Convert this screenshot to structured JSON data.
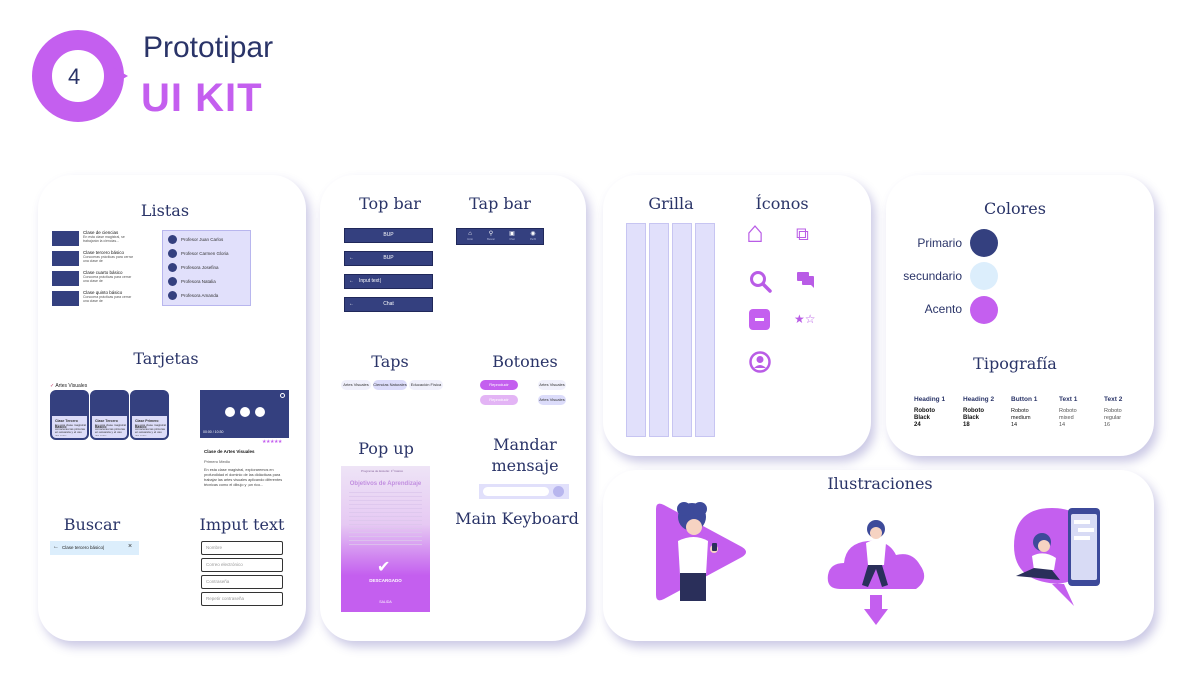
{
  "header": {
    "step_number": "4",
    "title": "Prototipar",
    "subtitle": "UI KIT"
  },
  "listas": {
    "title": "Listas",
    "items": [
      {
        "title": "Clase de ciencias",
        "desc": "En esta clase magistral, se trabajarán la ciencias..."
      },
      {
        "title": "Clase tercero básico",
        "desc": "Conoceras prácticas para cerrar una clase de"
      },
      {
        "title": "Clase cuarto básico",
        "desc": "Conocera prácticas para cerrar una clase de"
      },
      {
        "title": "Clase quinto básico",
        "desc": "Conocera prácticas para cerrar una clase de"
      }
    ],
    "people": [
      "Profesor Juan Carlos",
      "Profesor Carmen Gloria",
      "Profesora Josefina",
      "Profesora Natalia",
      "Profesora Amanda"
    ]
  },
  "tarjetas": {
    "title": "Tarjetas",
    "section_label": "Artes Visuales",
    "cards": [
      {
        "title": "Clase Tercero Básico",
        "desc": "En esta clase magistral conoceras las pinturas en acuarela y el uso del color..."
      },
      {
        "title": "Clase Tercero Básico",
        "desc": "En esta clase magistral conoceras las pinturas en acuarela y el uso del color..."
      },
      {
        "title": "Clase Primero Básico",
        "desc": "En esta clase magistral conoceras las pinturas en acuarela y el uso del color..."
      }
    ],
    "video": {
      "time": "00:00 / 10:30",
      "title": "Clase de Artes Visuales",
      "subtitle": "Primero Medio",
      "rating": "★★★★★",
      "desc": "En esta clase magistral, exploraremos en profundidad el dominio de las didácticas para trabajar las artes visuales aplicando diferentes técnicas como el dibujo y ¡un rico..."
    }
  },
  "buscar": {
    "title": "Buscar",
    "value": "Clase tercero básico|"
  },
  "input_text": {
    "title": "Imput text",
    "fields": [
      "Nombre",
      "Correo electrónico",
      "Contraseña",
      "Repetir contraseña"
    ]
  },
  "top_bar": {
    "title": "Top bar",
    "bars": [
      "BUP",
      "BUP",
      "Input text|",
      "Chat"
    ]
  },
  "tap_bar": {
    "title": "Tap bar",
    "items": [
      "Inicio",
      "Buscar",
      "Chat",
      "Perfil"
    ]
  },
  "taps": {
    "title": "Taps",
    "chips": [
      "Artes Visuales",
      "Ciencias Naturales",
      "Educación Física"
    ]
  },
  "botones": {
    "title": "Botones",
    "primary": [
      "Reproducir",
      "Reproducir"
    ],
    "secondary": [
      "Artes Visuales",
      "Artes Visuales"
    ]
  },
  "popup": {
    "title": "Pop up",
    "header": "Programa de Estudio: 1º básico",
    "heading": "Objetivos de Aprendizaje",
    "button": "DESCARGADO",
    "footer": "SALIDA"
  },
  "mandar_mensaje": {
    "title_line1": "Mandar",
    "title_line2": "mensaje"
  },
  "main_keyboard": {
    "title": "Main Keyboard"
  },
  "grilla": {
    "title": "Grilla",
    "columns": 4
  },
  "iconos": {
    "title": "Íconos",
    "icons": [
      "home-icon",
      "copy-icon",
      "search-icon",
      "chat-icon",
      "minus-square-icon",
      "star-rating-icon",
      "user-circle-icon"
    ],
    "glyphs": {
      "home": "⌂",
      "copy": "⧉",
      "search": "⚲",
      "chat": "▰",
      "minus": "▬",
      "stars": "★☆",
      "user": "◉"
    }
  },
  "colores": {
    "title": "Colores",
    "swatches": [
      {
        "label": "Primario",
        "color": "#34407f"
      },
      {
        "label": "secundario",
        "color": "#dceefc"
      },
      {
        "label": "Acento",
        "color": "#c45fef"
      }
    ]
  },
  "tipografia": {
    "title": "Tipografía",
    "styles": [
      {
        "name": "Heading 1",
        "font": "Roboto Black",
        "size": "24"
      },
      {
        "name": "Heading 2",
        "font": "Roboto Black",
        "size": "18"
      },
      {
        "name": "Button 1",
        "font": "Roboto medium",
        "size": "14"
      },
      {
        "name": "Text 1",
        "font": "Roboto mixed",
        "size": "14"
      },
      {
        "name": "Text 2",
        "font": "Roboto regular",
        "size": "16"
      }
    ]
  },
  "ilustraciones": {
    "title": "Ilustraciones"
  },
  "colors": {
    "primary": "#34407f",
    "accent": "#c45fef",
    "lavender": "#e1e0fb",
    "title_text": "#2a3468"
  }
}
